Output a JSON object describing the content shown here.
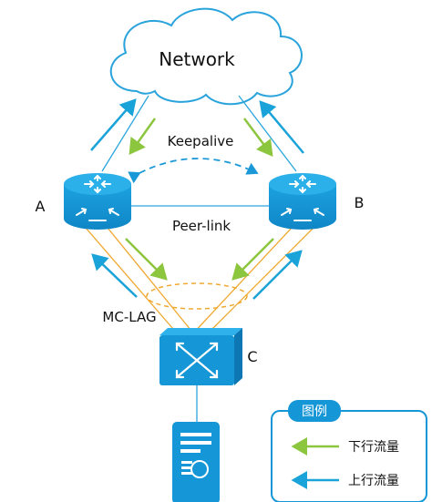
{
  "cloud_label": "Network",
  "keepalive_label": "Keepalive",
  "peerlink_label": "Peer-link",
  "mclag_label": "MC-LAG",
  "node_a_label": "A",
  "node_b_label": "B",
  "node_c_label": "C",
  "legend": {
    "title": "图例",
    "downstream_label": "下行流量",
    "upstream_label": "上行流量"
  },
  "colors": {
    "device_blue": "#1a98d8",
    "upstream_arrow": "#1aa3d9",
    "downstream_arrow": "#8cc63f",
    "orange_link": "#f0a830",
    "cloud_stroke": "#29a3dc"
  },
  "icons": {
    "router_a": "router-icon",
    "router_b": "router-icon",
    "switch_c": "switch-icon",
    "server": "server-icon",
    "cloud": "cloud-icon"
  }
}
